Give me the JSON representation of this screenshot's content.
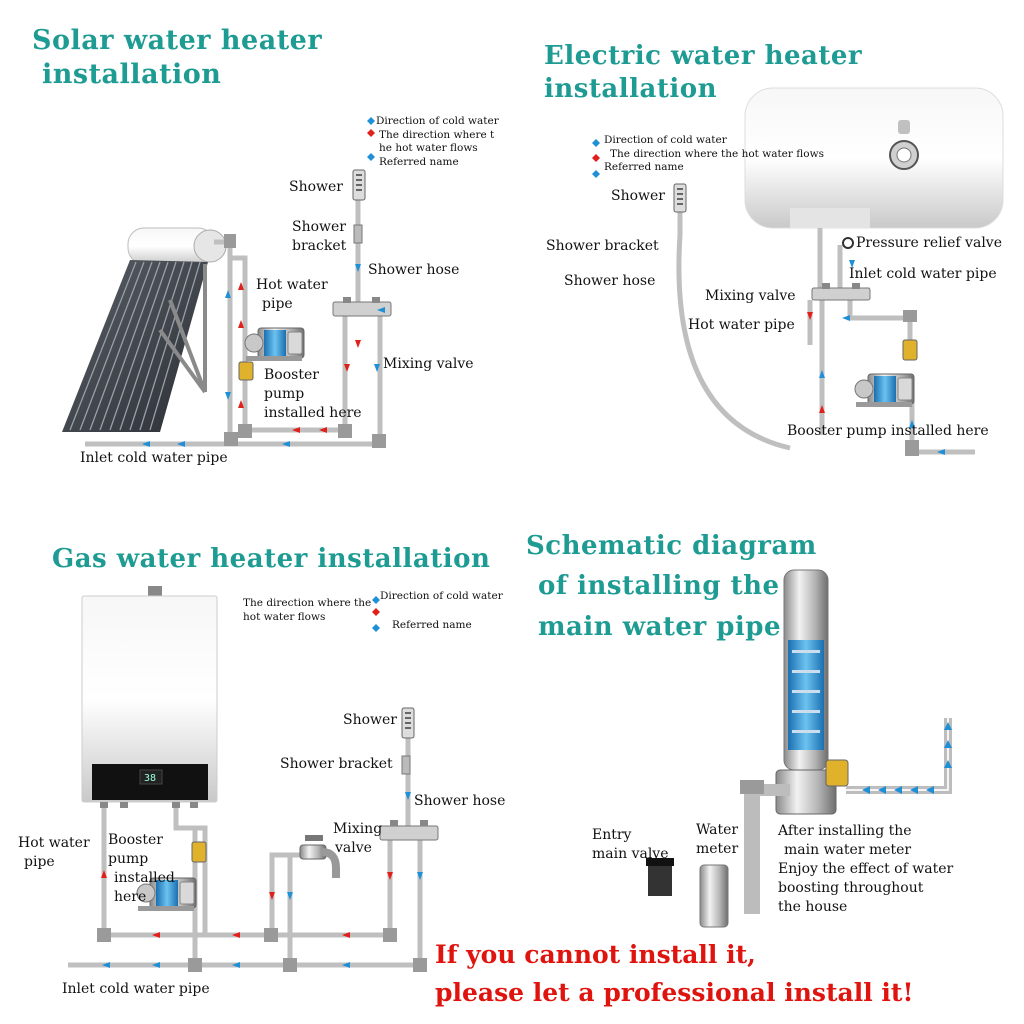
{
  "colors": {
    "title": "#1e9b92",
    "cold_arrow": "#1f8fd6",
    "hot_arrow": "#e0201a",
    "warning": "#e0140f"
  },
  "solar": {
    "title_line1": "Solar water heater",
    "title_line2": "installation",
    "legend": {
      "cold": "Direction of cold water",
      "hot_line1": "The direction where t",
      "hot_line2": "he hot water flows",
      "name": "Referred name"
    },
    "shower": "Shower",
    "shower_bracket_line1": "Shower",
    "shower_bracket_line2": "bracket",
    "shower_hose": "Shower hose",
    "hot_pipe_line1": "Hot water",
    "hot_pipe_line2": "pipe",
    "mixing_valve": "Mixing valve",
    "booster_line1": "Booster",
    "booster_line2": "pump",
    "booster_line3": "installed here",
    "inlet": "Inlet cold water pipe"
  },
  "electric": {
    "title": "Electric water heater installation",
    "legend": {
      "cold": "Direction of cold water",
      "hot": "The direction where the hot water flows",
      "name": "Referred name"
    },
    "shower": "Shower",
    "shower_bracket": "Shower bracket",
    "shower_hose": "Shower hose",
    "pressure_valve": "Pressure relief valve",
    "inlet": "Inlet cold water pipe",
    "mixing_valve": "Mixing valve",
    "hot_pipe": "Hot water pipe",
    "booster": "Booster pump installed here"
  },
  "gas": {
    "title": "Gas water heater installation",
    "legend": {
      "hot_line1": "The direction where the",
      "hot_line2": "hot water flows",
      "cold": "Direction of cold water",
      "name": "Referred name"
    },
    "shower": "Shower",
    "shower_bracket": "Shower bracket",
    "shower_hose": "Shower hose",
    "mixing_line1": "Mixing",
    "mixing_line2": "valve",
    "hot_pipe_line1": "Hot water",
    "hot_pipe_line2": "pipe",
    "booster_line1": "Booster",
    "booster_line2": "pump",
    "booster_line3": "installed",
    "booster_line4": "here",
    "inlet": "Inlet cold water pipe",
    "display": "38"
  },
  "main": {
    "title_line1": "Schematic diagram",
    "title_line2": "of installing the",
    "title_line3": "main water pipe",
    "entry_line1": "Entry",
    "entry_line2": "main valve",
    "meter_line1": "Water",
    "meter_line2": "meter",
    "after_line1": "After installing the",
    "after_line2": "main water meter",
    "after_line3": "Enjoy the effect of water",
    "after_line4": "boosting throughout",
    "after_line5": "the house"
  },
  "footer": {
    "line1": "If you cannot install it,",
    "line2": "please let a professional install it!"
  }
}
